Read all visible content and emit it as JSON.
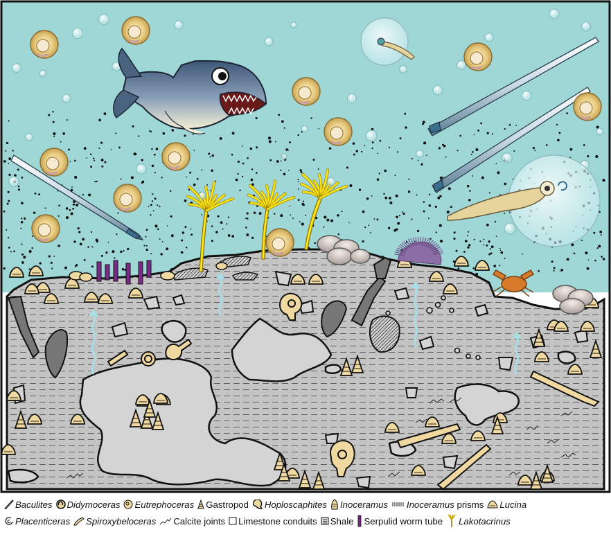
{
  "legend": {
    "row1": [
      {
        "icon": "baculites-icon",
        "label": "Baculites",
        "italic": true
      },
      {
        "icon": "didymoceras-icon",
        "label": "Didymoceras",
        "italic": true
      },
      {
        "icon": "eutrephoceras-icon",
        "label": "Eutrephoceras",
        "italic": true
      },
      {
        "icon": "gastropod-icon",
        "label": "Gastropod",
        "italic": false
      },
      {
        "icon": "hoploscaphites-icon",
        "label": "Hoploscaphites",
        "italic": true
      },
      {
        "icon": "inoceramus-icon",
        "label": "Inoceramus",
        "italic": true
      },
      {
        "icon": "inoceramus-prisms-icon",
        "label": "Inoceramus",
        "label_suffix": " prisms",
        "italic": true
      },
      {
        "icon": "lucina-icon",
        "label": "Lucina",
        "italic": true
      }
    ],
    "row2": [
      {
        "icon": "placenticeras-icon",
        "label": "Placenticeras",
        "italic": true
      },
      {
        "icon": "spiroxybeloceras-icon",
        "label": "Spiroxybeloceras",
        "italic": true
      },
      {
        "icon": "calcite-joints-icon",
        "label": "Calcite joints",
        "italic": false
      },
      {
        "icon": "limestone-conduits-icon",
        "label": "Limestone conduits",
        "italic": false
      },
      {
        "icon": "shale-icon",
        "label": "Shale",
        "italic": false
      },
      {
        "icon": "serpulid-worm-tube-icon",
        "label": "Serpulid worm tube",
        "italic": false
      },
      {
        "icon": "lakotacrinus-icon",
        "label": "Lakotacrinus",
        "italic": true
      }
    ]
  },
  "colors": {
    "water": "#9fd6d6",
    "sediment": "#bdbdbd",
    "limestone": "#d2d2d2",
    "shell_tan": "#f0d9a0",
    "crinoid_yellow": "#ffe81a",
    "worm_purple": "#7a2b87",
    "fish_blue": "#5f7694",
    "seep_blue": "#a9dde6"
  }
}
